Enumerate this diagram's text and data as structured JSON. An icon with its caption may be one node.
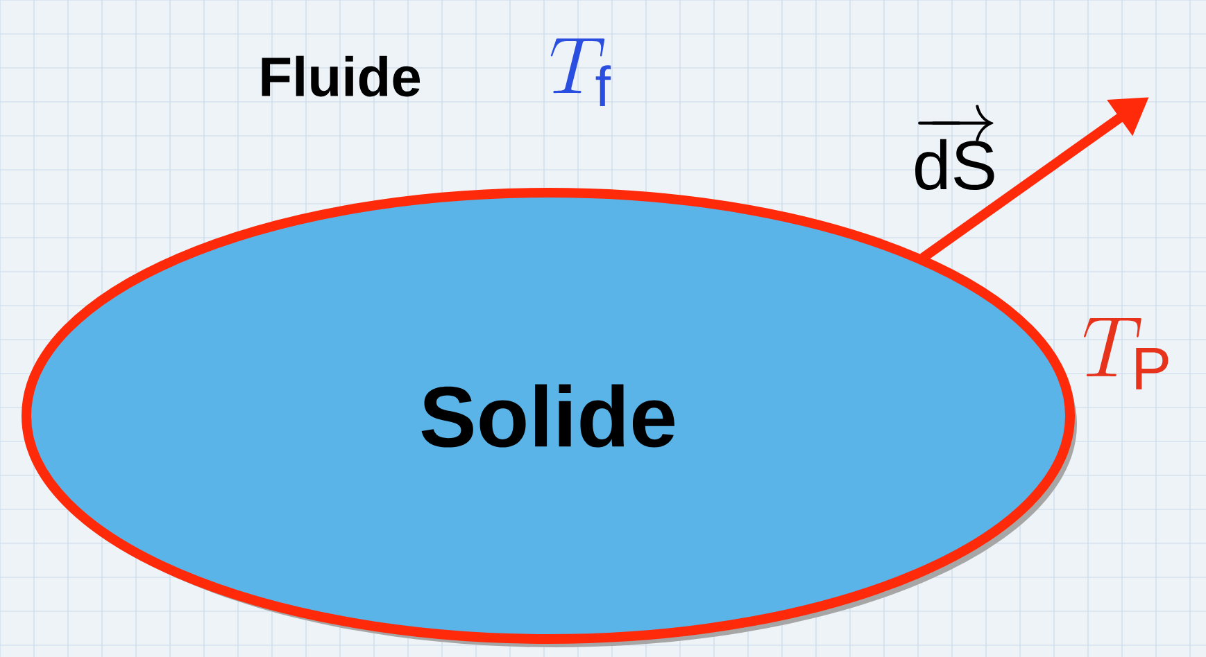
{
  "diagram": {
    "nodes": [
      {
        "text": [
          "Solide"
        ]
      }
    ],
    "labels": [
      "Fluide",
      "T_{\\mathrm{f}}",
      "\\overrightarrow{\\mathrm{dS}}",
      "T_{\\mathrm{P}}"
    ]
  }
}
